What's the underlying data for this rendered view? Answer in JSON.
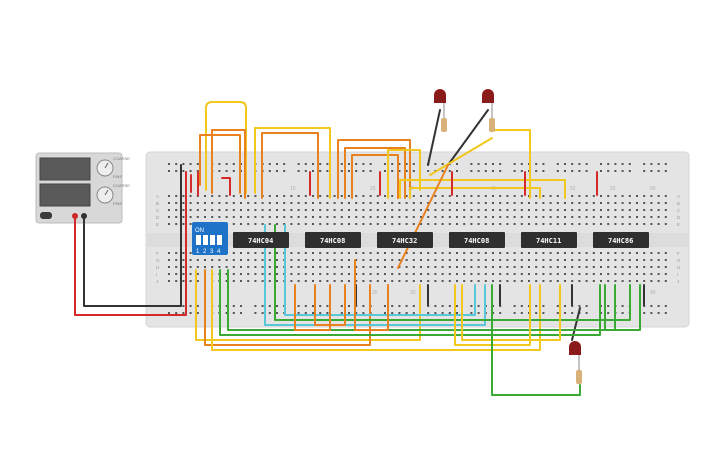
{
  "breadboard": {
    "column_numbers_top": [
      "10",
      "25",
      "30",
      "40",
      "52",
      "55",
      "60"
    ],
    "column_numbers_bottom": [
      "25",
      "30",
      "45"
    ],
    "row_letters_top": [
      "A",
      "B",
      "C",
      "D",
      "E"
    ],
    "row_letters_bottom": [
      "F",
      "G",
      "H",
      "I",
      "J"
    ]
  },
  "chips": [
    {
      "label": "74HC04"
    },
    {
      "label": "74HC08"
    },
    {
      "label": "74HC32"
    },
    {
      "label": "74HC08"
    },
    {
      "label": "74HC11"
    },
    {
      "label": "74HC86"
    }
  ],
  "dip_switch": {
    "state_label": "ON",
    "positions": [
      "1",
      "2",
      "3",
      "4"
    ]
  },
  "power_supply": {
    "knob_labels": [
      "COARSE",
      "FINE",
      "COARSE",
      "FINE"
    ]
  },
  "leds": [
    {
      "color": "#8b1a1a"
    },
    {
      "color": "#8b1a1a"
    },
    {
      "color": "#8b1a1a"
    }
  ],
  "colors": {
    "wire_yellow": "#f2c81e",
    "wire_orange": "#e8821e",
    "wire_green": "#3aaa35",
    "wire_teal": "#58c8d8",
    "wire_red": "#d42a2a",
    "wire_black": "#333333",
    "chip_body": "#2f2f2f",
    "board": "#e6e6e6"
  }
}
